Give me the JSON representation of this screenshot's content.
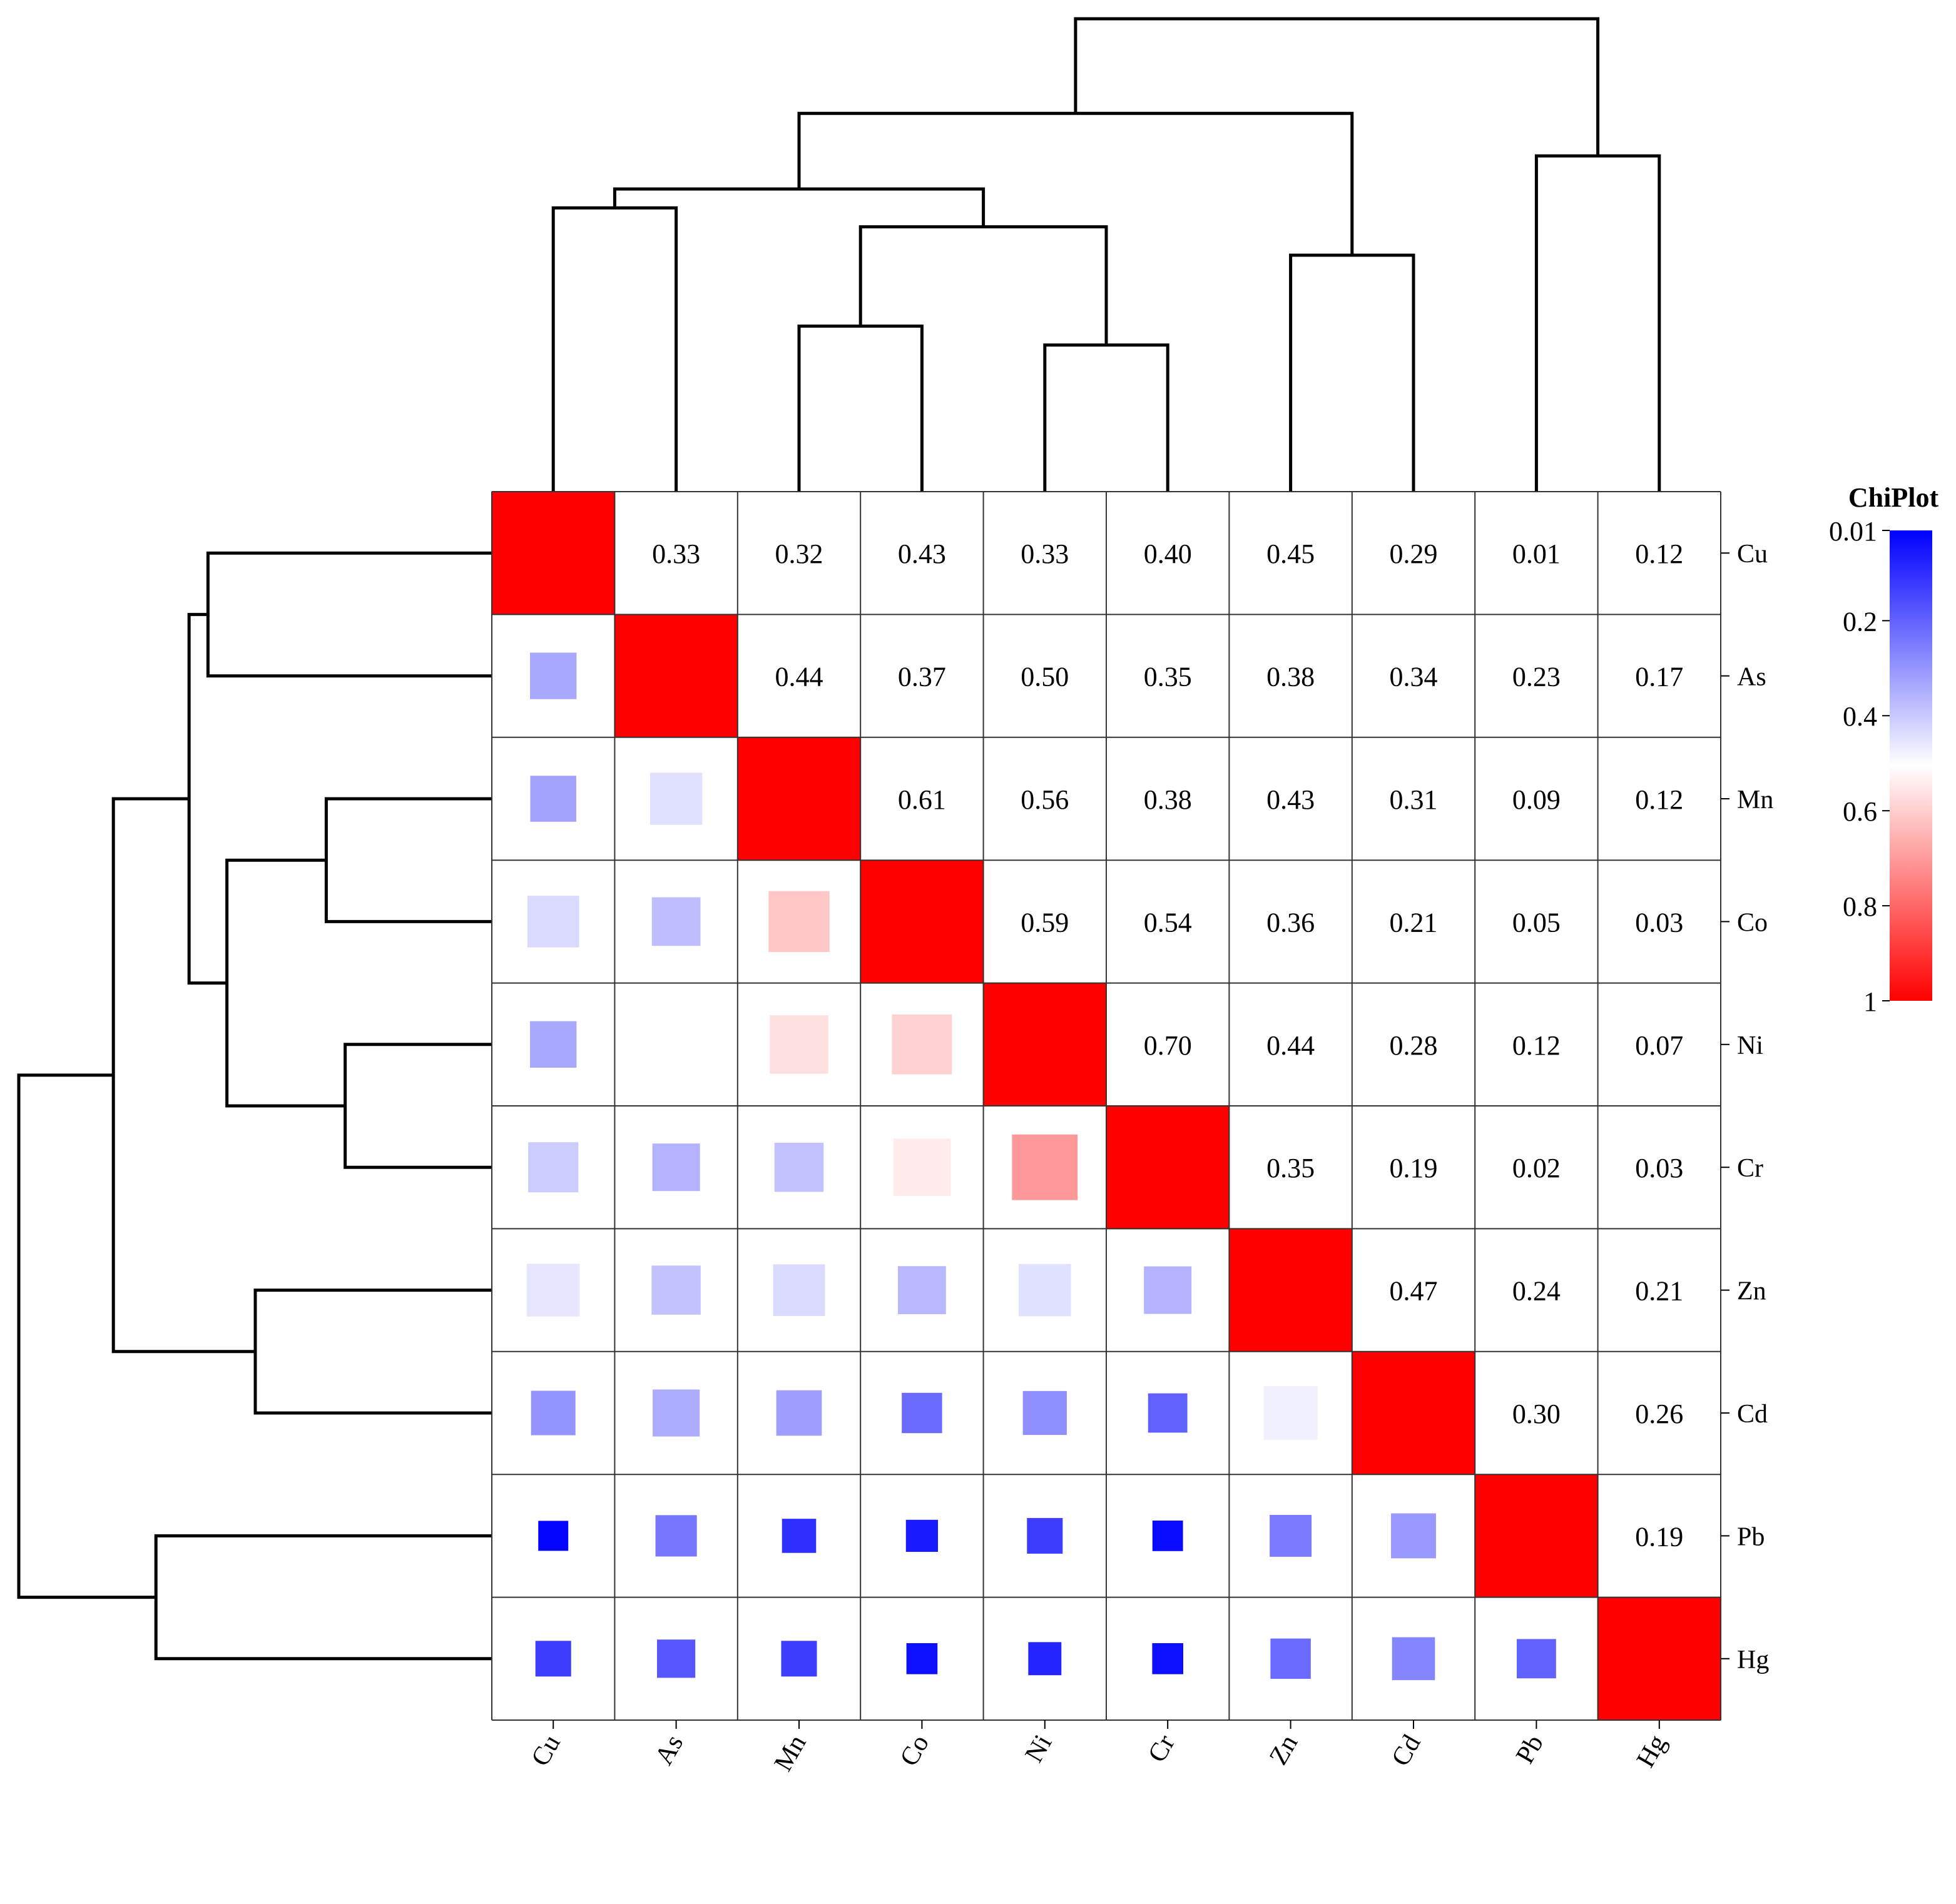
{
  "chart_data": {
    "type": "heatmap",
    "title": "",
    "xlabel": "",
    "ylabel": "",
    "variables": [
      "Cu",
      "As",
      "Mn",
      "Co",
      "Ni",
      "Cr",
      "Zn",
      "Cd",
      "Pb",
      "Hg"
    ],
    "matrix": [
      [
        1.0,
        0.33,
        0.32,
        0.43,
        0.33,
        0.4,
        0.45,
        0.29,
        0.01,
        0.12
      ],
      [
        0.33,
        1.0,
        0.44,
        0.37,
        0.5,
        0.35,
        0.38,
        0.34,
        0.23,
        0.17
      ],
      [
        0.32,
        0.44,
        1.0,
        0.61,
        0.56,
        0.38,
        0.43,
        0.31,
        0.09,
        0.12
      ],
      [
        0.43,
        0.37,
        0.61,
        1.0,
        0.59,
        0.54,
        0.36,
        0.21,
        0.05,
        0.03
      ],
      [
        0.33,
        0.5,
        0.56,
        0.59,
        1.0,
        0.7,
        0.44,
        0.28,
        0.12,
        0.07
      ],
      [
        0.4,
        0.35,
        0.38,
        0.54,
        0.7,
        1.0,
        0.35,
        0.19,
        0.02,
        0.03
      ],
      [
        0.45,
        0.38,
        0.43,
        0.36,
        0.44,
        0.35,
        1.0,
        0.47,
        0.24,
        0.21
      ],
      [
        0.29,
        0.34,
        0.31,
        0.21,
        0.28,
        0.19,
        0.47,
        1.0,
        0.3,
        0.26
      ],
      [
        0.01,
        0.23,
        0.09,
        0.05,
        0.12,
        0.02,
        0.24,
        0.3,
        1.0,
        0.19
      ],
      [
        0.12,
        0.17,
        0.12,
        0.03,
        0.07,
        0.03,
        0.21,
        0.26,
        0.19,
        1.0
      ]
    ],
    "upper_triangle": "numeric labels",
    "lower_triangle": "sized colored squares",
    "diagonal": "full red cell",
    "dendrogram": {
      "leaf_order": [
        "Cu",
        "As",
        "Mn",
        "Co",
        "Ni",
        "Cr",
        "Zn",
        "Cd",
        "Pb",
        "Hg"
      ],
      "merges": [
        [
          "Ni",
          "Cr"
        ],
        [
          "Mn",
          "Co"
        ],
        [
          "Mn+Co",
          "Ni+Cr"
        ],
        [
          "Cu",
          "As"
        ],
        [
          "Cu+As",
          "Mn+Co+Ni+Cr"
        ],
        [
          "Zn",
          "Cd"
        ],
        [
          "Cu..Cr",
          "Zn+Cd"
        ],
        [
          "Pb",
          "Hg"
        ],
        [
          "Cu..Cd",
          "Pb+Hg"
        ]
      ],
      "relative_heights": [
        0.31,
        0.35,
        0.56,
        0.6,
        0.64,
        0.5,
        0.8,
        0.71,
        1.0
      ]
    },
    "legend": {
      "title": "ChiPlot",
      "ticks": [
        "0.01",
        "0.2",
        "0.4",
        "0.6",
        "0.8",
        "1"
      ],
      "tick_values": [
        0.01,
        0.2,
        0.4,
        0.6,
        0.8,
        1.0
      ],
      "colors": {
        "low": "#0000ff",
        "mid": "#ffffff",
        "high": "#ff0000"
      },
      "placement": "right"
    }
  }
}
